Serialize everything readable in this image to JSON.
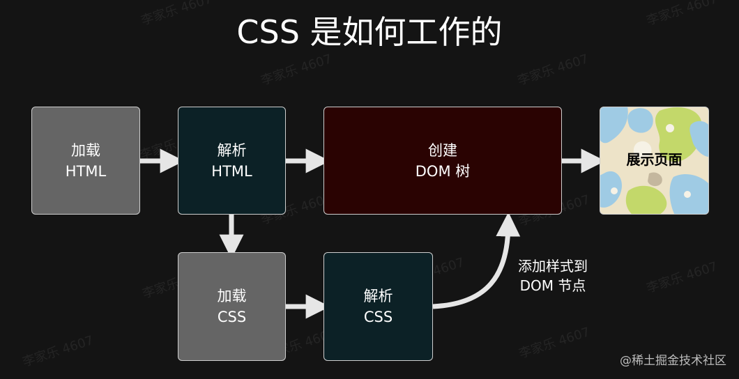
{
  "title": "CSS 是如何工作的",
  "nodes": {
    "load_html": {
      "line1": "加载",
      "line2": "HTML"
    },
    "parse_html": {
      "line1": "解析",
      "line2": "HTML"
    },
    "create_dom": {
      "line1": "创建",
      "line2": "DOM 树"
    },
    "show_page": {
      "label": "展示页面"
    },
    "load_css": {
      "line1": "加载",
      "line2": "CSS"
    },
    "parse_css": {
      "line1": "解析",
      "line2": "CSS"
    }
  },
  "edge_label": {
    "line1": "添加样式到",
    "line2": "DOM 节点"
  },
  "watermark": "李家乐 4607",
  "credit": "@稀土掘金技术社区",
  "colors": {
    "background": "#141414",
    "gray_box": "#656565",
    "teal_box": "#0c2126",
    "maroon_box": "#2a0302",
    "arrow": "#e6e6e6"
  }
}
